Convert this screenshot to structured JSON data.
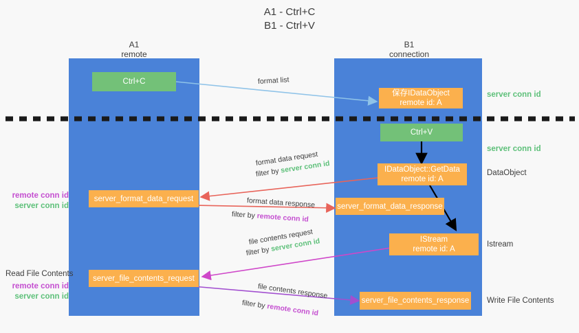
{
  "title": {
    "line1": "A1 - Ctrl+C",
    "line2": "B1 - Ctrl+V"
  },
  "lanes": [
    {
      "name": "A1",
      "sub": "remote"
    },
    {
      "name": "B1",
      "sub": "connection"
    }
  ],
  "nodes": {
    "ctrl_c": "Ctrl+C",
    "ctrl_v": "Ctrl+V",
    "idataobject_title": "保存IDataObject",
    "idataobject_sub": "remote id: A",
    "getdata_title": "IDataObject::GetData",
    "getdata_sub": "remote id: A",
    "istream_title": "IStream",
    "istream_sub": "remote id: A",
    "server_format_data_request": "server_format_data_request",
    "server_format_data_response": "server_format_data_response",
    "server_file_contents_request": "server_file_contents_request",
    "server_file_contents_response": "server_file_contents_response"
  },
  "side_notes": {
    "server_conn_id_top": "server conn id",
    "server_conn_id_mid": "server conn id",
    "dataobject": "DataObject",
    "istream": "Istream",
    "write_file_contents": "Write File Contents",
    "read_file_contents": "Read File Contents"
  },
  "left_notes": {
    "remote_conn_id_1": "remote conn id",
    "server_conn_id_1": "server conn id",
    "remote_conn_id_2": "remote conn id",
    "server_conn_id_2": "server conn id"
  },
  "arrow_labels": {
    "format_list": "format list",
    "format_data_request": "format data request",
    "filter_by": "filter by",
    "filter_server_conn_id": "server conn id",
    "format_data_response": "format data response",
    "filter_remote_conn_id": "remote conn id",
    "file_contents_request": "file contents request",
    "filter_by_2": "filter by",
    "filter_server_conn_id_2": "server conn id",
    "file_contents_response": "file contents response",
    "filter_by_3": "filter by",
    "filter_remote_conn_id_2": "remote conn id"
  },
  "colors": {
    "lane": "#4a82d8",
    "green_node": "#73c178",
    "orange_node": "#fbb04d",
    "green_text": "#5ec07a",
    "purple_text": "#c44fd0",
    "red_arrow": "#e8645a",
    "blue_arrow": "#8fc3e8",
    "magenta_arrow": "#cf47c9",
    "purple_arrow": "#a24fd0",
    "black_arrow": "#000000"
  }
}
